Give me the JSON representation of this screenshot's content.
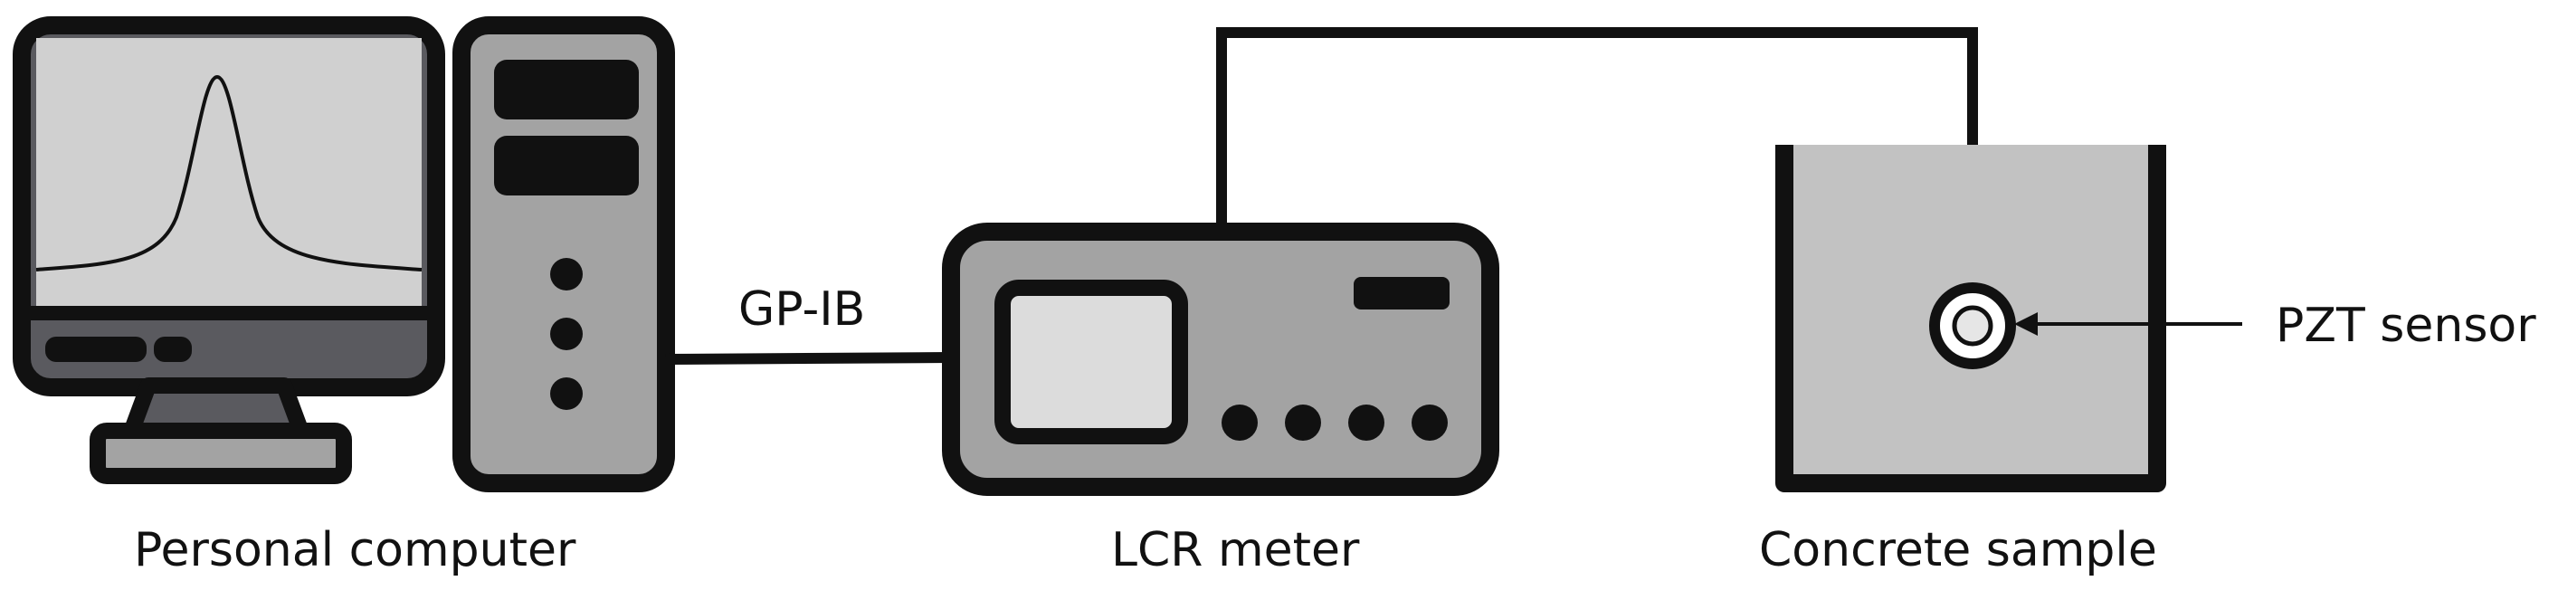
{
  "labels": {
    "computer": "Personal computer",
    "lcr": "LCR meter",
    "sample": "Concrete sample",
    "bus": "GP-IB",
    "sensor": "PZT sensor"
  },
  "colors": {
    "outline": "#111111",
    "screen": "#d0d0d0",
    "body_gray": "#a3a3a3",
    "bezel_dark": "#5a5a5f",
    "slot_dark": "#111111",
    "sample_fill": "#c2c2c2",
    "lcr_screen": "#dcdcdc"
  }
}
